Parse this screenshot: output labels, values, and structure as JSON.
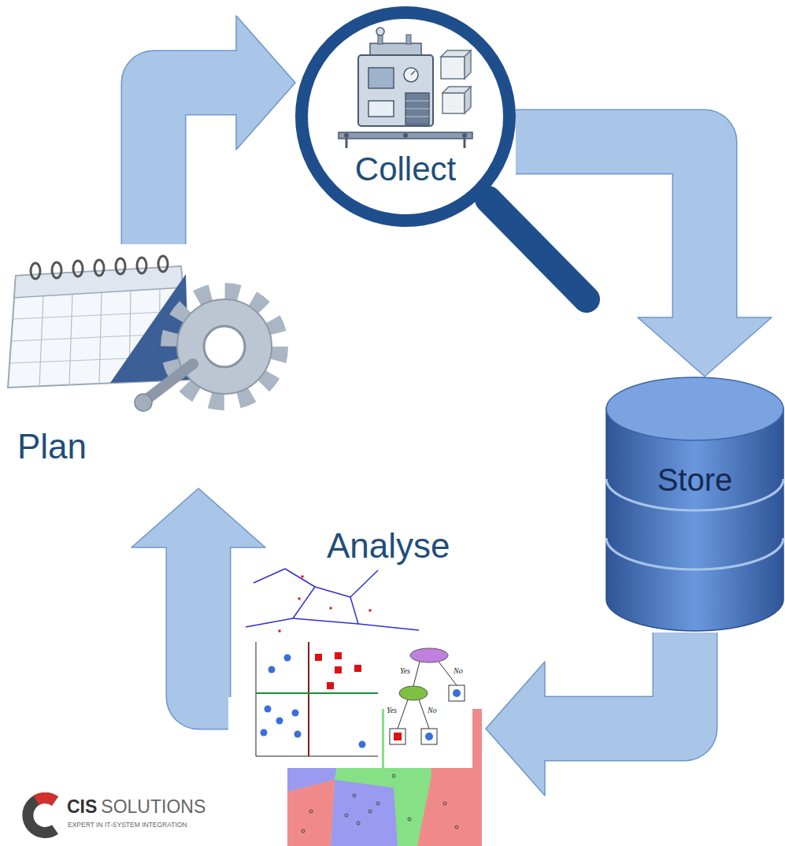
{
  "diagram": {
    "nodes": [
      {
        "text": [
          "Collect"
        ]
      },
      {
        "text": [
          "Plan"
        ]
      },
      {
        "text": [
          "Store"
        ]
      },
      {
        "text": [
          "Analyse"
        ]
      }
    ],
    "edges": [
      {
        "from": 1,
        "to": 0,
        "arrow": "to"
      },
      {
        "from": 0,
        "to": 2,
        "arrow": "to"
      },
      {
        "from": 2,
        "to": 3,
        "arrow": "to"
      },
      {
        "from": 3,
        "to": 1,
        "arrow": "to"
      }
    ],
    "labels": [
      "Yes",
      "No",
      "Yes",
      "No",
      "CIS",
      "SOLUTIONS",
      "EXPERT IN IT-SYSTEM INTEGRATION"
    ]
  }
}
